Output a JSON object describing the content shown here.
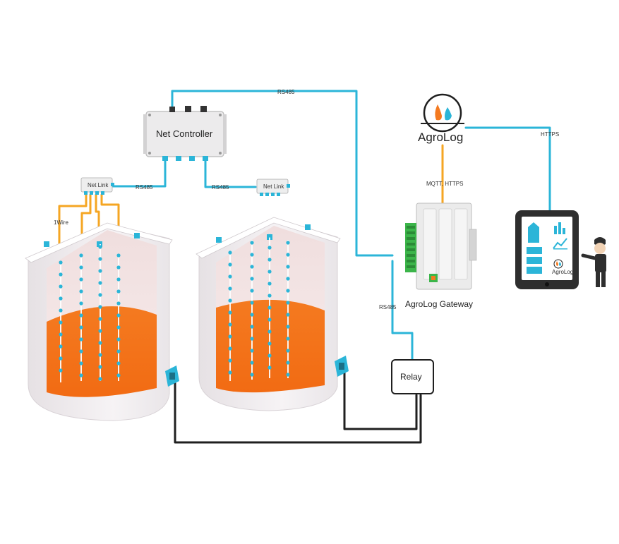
{
  "labels": {
    "net_controller": "Net Controller",
    "net_link_left": "Net Link",
    "net_link_right": "Net Link",
    "rs485_top": "RS485",
    "rs485_left": "RS485",
    "rs485_mid": "RS485",
    "rs485_gateway": "RS485",
    "one_wire": "1Wire",
    "agrolog_logo": "AgroLog",
    "mqtt_https": "MQTT, HTTPS",
    "https": "HTTPS",
    "gateway": "AgroLog Gateway",
    "relay": "Relay",
    "tablet_logo": "AgroLog"
  },
  "colors": {
    "cable_blue": "#2bb5d8",
    "onewire_orange": "#f5a623",
    "grain_orange": "#f47a20",
    "silo_wall": "#f1eef0",
    "gateway_green": "#3cb54a",
    "dark": "#1f1f1f"
  },
  "icons": {
    "logo": "water-flame-icon",
    "person": "person-icon"
  }
}
